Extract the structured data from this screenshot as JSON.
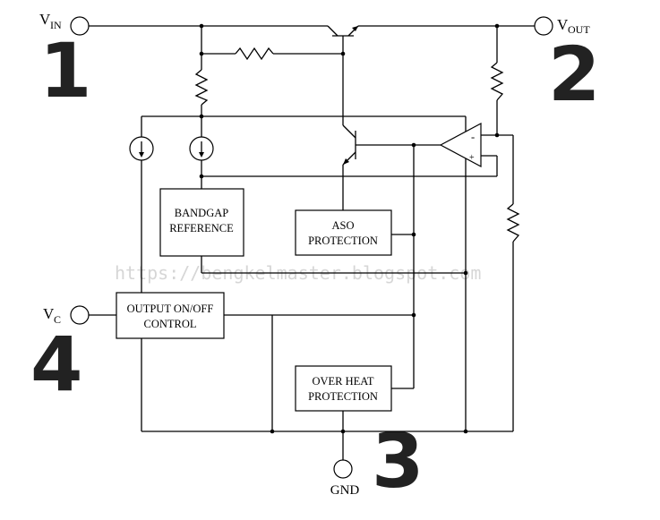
{
  "pins": {
    "vin": {
      "main": "V",
      "sub": "IN",
      "number": "1"
    },
    "vout": {
      "main": "V",
      "sub": "OUT",
      "number": "2"
    },
    "gnd": {
      "label": "GND",
      "number": "3"
    },
    "vc": {
      "main": "V",
      "sub": "C",
      "number": "4"
    }
  },
  "blocks": {
    "bandgap": {
      "line1": "BANDGAP",
      "line2": "REFERENCE"
    },
    "aso": {
      "line1": "ASO",
      "line2": "PROTECTION"
    },
    "output_control": {
      "line1": "OUTPUT ON/OFF",
      "line2": "CONTROL"
    },
    "over_heat": {
      "line1": "OVER HEAT",
      "line2": "PROTECTION"
    }
  },
  "opamp": {
    "minus": "-",
    "plus": "+"
  },
  "watermark": "https://bengkelmaster.blogspot.com"
}
